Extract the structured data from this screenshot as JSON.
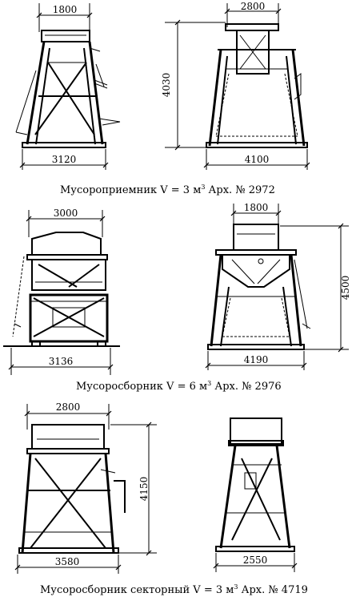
{
  "drawings": [
    {
      "caption": {
        "name": "Мусороприемник V = 3 м",
        "sup": "3",
        "arch": " Арх. № 2972"
      },
      "views": [
        {
          "dims": [
            "1800",
            "3120"
          ]
        },
        {
          "dims": [
            "2800",
            "4030",
            "4100"
          ]
        }
      ]
    },
    {
      "caption": {
        "name": "Мусоросборник V = 6 м",
        "sup": "3",
        "arch": " Арх. № 2976"
      },
      "views": [
        {
          "dims": [
            "3000",
            "3136"
          ]
        },
        {
          "dims": [
            "1800",
            "4500",
            "4190"
          ]
        }
      ]
    },
    {
      "caption": {
        "name": "Мусоросборник секторный V = 3 м",
        "sup": "3",
        "arch": " Арх. № 4719"
      },
      "views": [
        {
          "dims": [
            "2800",
            "4150",
            "3580"
          ]
        },
        {
          "dims": [
            "2550"
          ]
        }
      ]
    }
  ]
}
